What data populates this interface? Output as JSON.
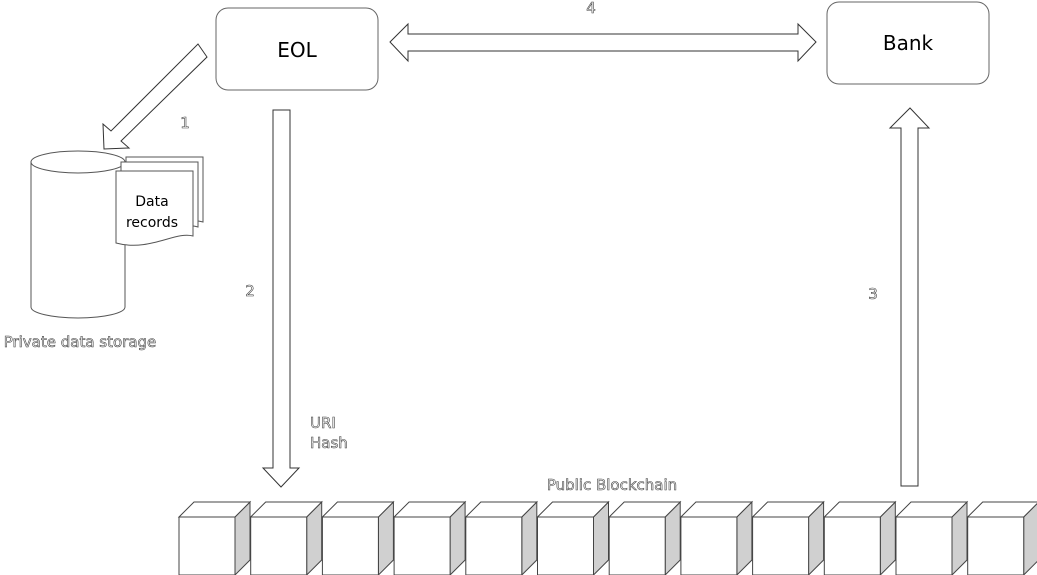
{
  "nodes": {
    "eol": "EOL",
    "bank": "Bank",
    "data_records_line1": "Data",
    "data_records_line2": "records",
    "storage_caption": "Private data storage",
    "blockchain_caption": "Public Blockchain"
  },
  "edges": {
    "step1": "1",
    "step2": "2",
    "step3": "3",
    "step4": "4",
    "payload_line1": "URI",
    "payload_line2": "Hash"
  },
  "blockchain": {
    "block_count": 12
  },
  "colors": {
    "stroke": "#444444",
    "fill": "#ffffff",
    "block_side": "#d0d0d0"
  }
}
